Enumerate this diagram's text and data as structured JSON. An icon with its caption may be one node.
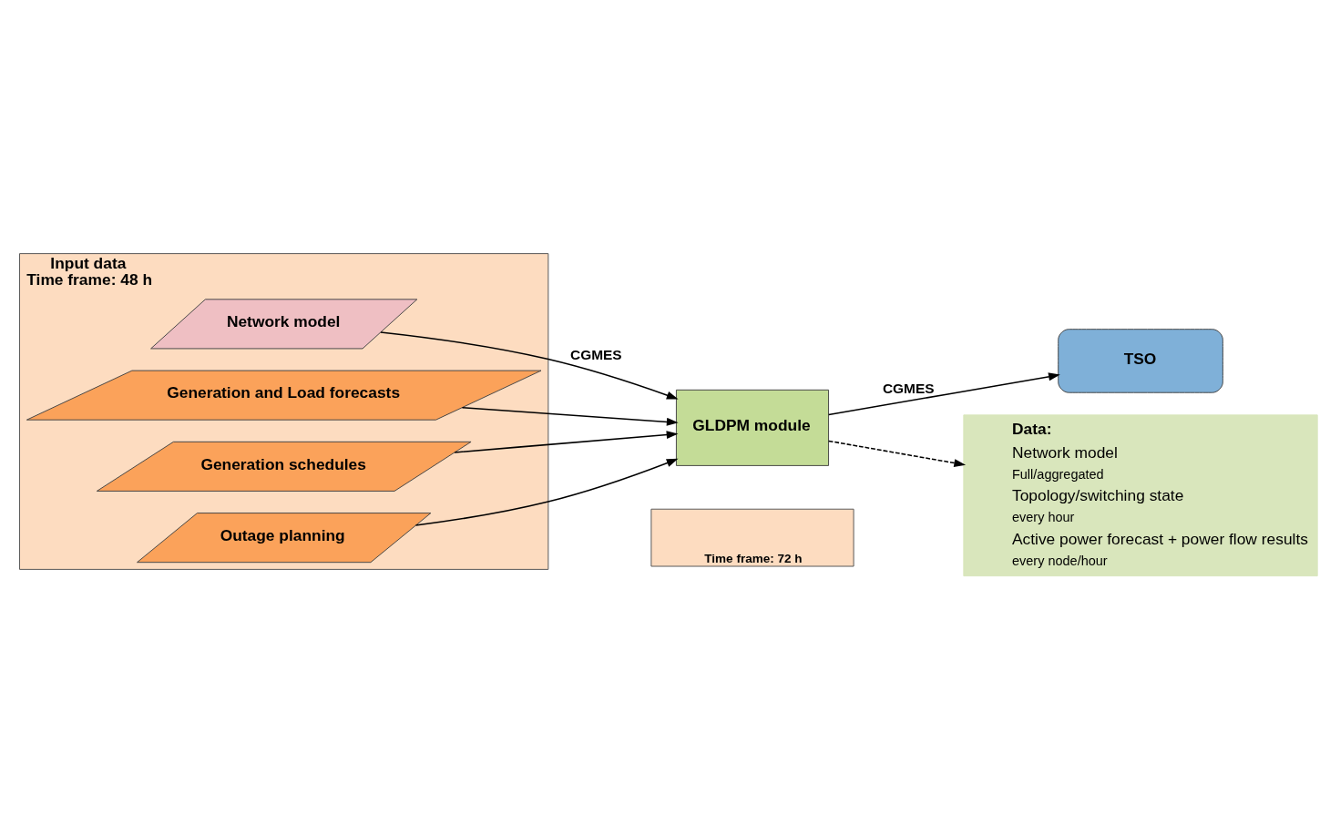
{
  "diagram": {
    "nodes": [
      {
        "text": [
          "Input data",
          "Time frame: 48 h"
        ]
      },
      {
        "text": [
          "Time frame: 72 h"
        ]
      },
      {
        "text": [
          "Network model"
        ],
        "in": 0
      },
      {
        "text": [
          "Generation and Load forecasts"
        ],
        "in": 0
      },
      {
        "text": [
          "Generation schedules"
        ],
        "in": 0
      },
      {
        "text": [
          "Outage planning"
        ],
        "in": 0
      },
      {
        "text": [
          "GLDPM module"
        ]
      },
      {
        "text": [
          "TSO"
        ]
      },
      {
        "text": [
          "Data:",
          "Network model",
          "Full/aggregated",
          "Topology/switching state",
          "every hour",
          "Active power forecast + power flow results",
          "every node/hour"
        ]
      }
    ],
    "edges": [
      {
        "from": 2,
        "to": 6,
        "arrow": "to",
        "label": "CGMES"
      },
      {
        "from": 3,
        "to": 6,
        "arrow": "to"
      },
      {
        "from": 4,
        "to": 6,
        "arrow": "to"
      },
      {
        "from": 5,
        "to": 6,
        "arrow": "to"
      },
      {
        "from": 6,
        "to": 7,
        "arrow": "to",
        "label": "CGMES"
      },
      {
        "from": 6,
        "to": 8,
        "arrow": "to",
        "style": "dashed"
      }
    ]
  }
}
